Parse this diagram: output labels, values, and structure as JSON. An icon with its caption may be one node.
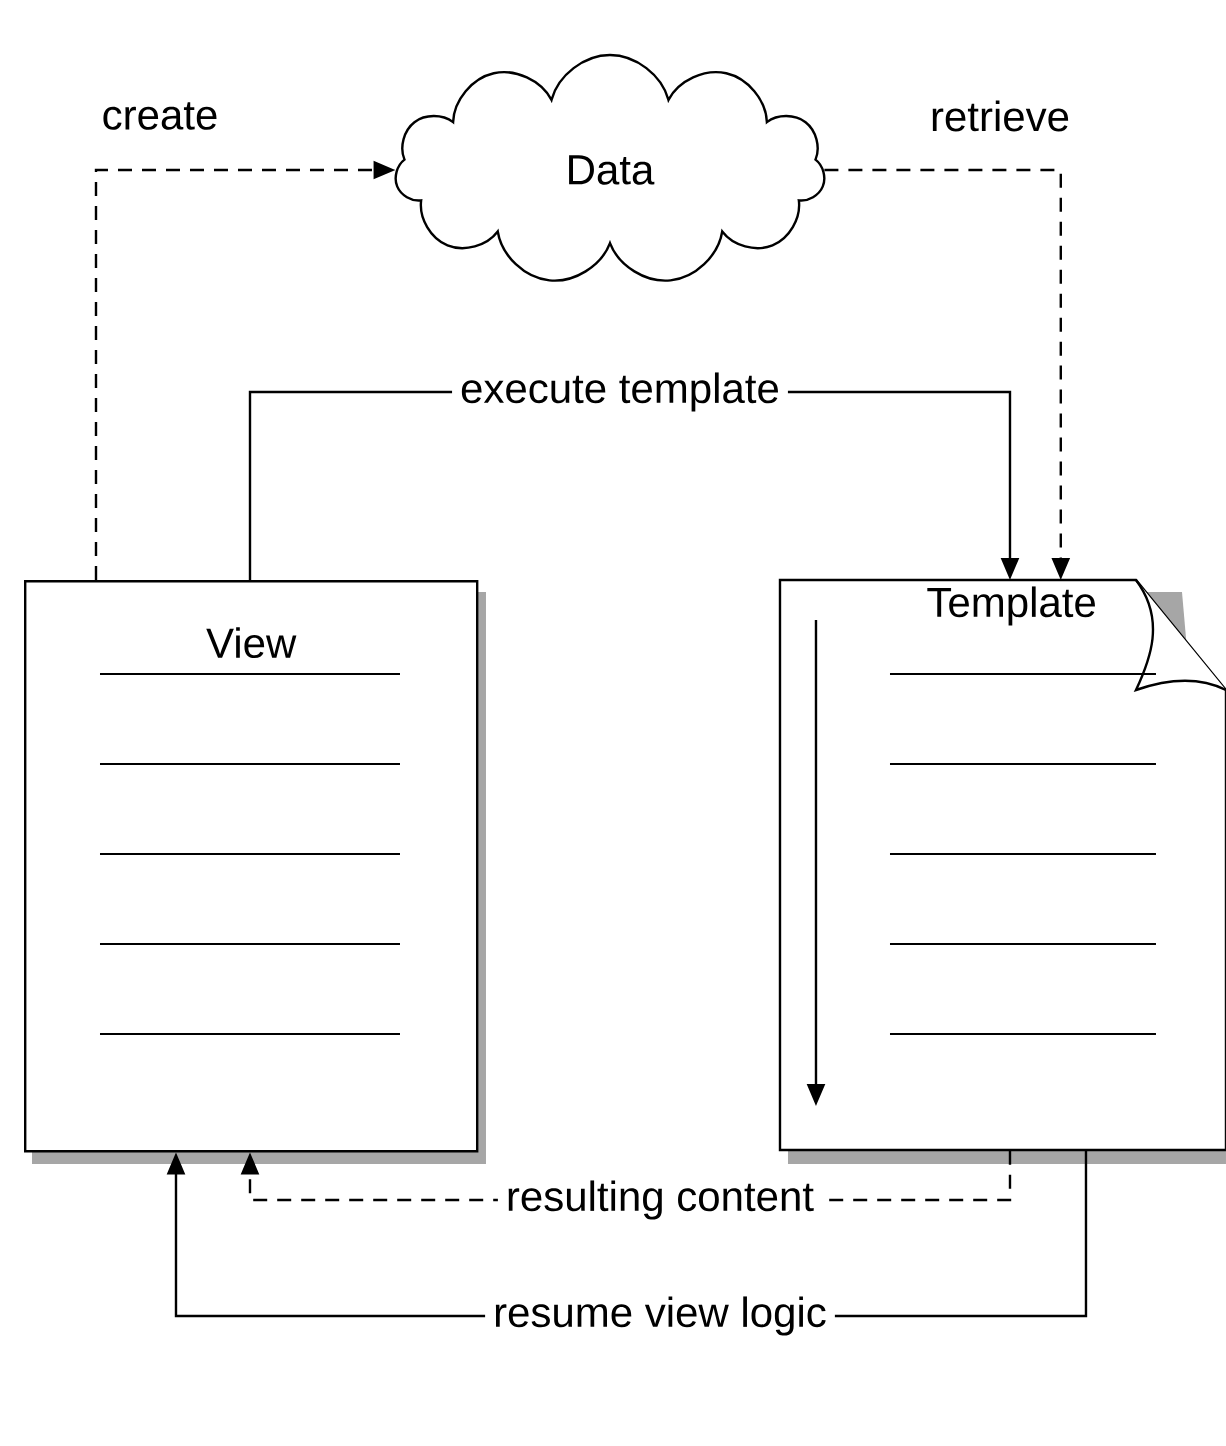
{
  "diagram": {
    "nodes": [
      {
        "text": [
          "Data"
        ]
      },
      {
        "text": [
          "View"
        ]
      },
      {
        "text": [
          "Template"
        ]
      }
    ],
    "edges": [
      {
        "from": 1,
        "to": 0,
        "arrow": "to",
        "label": "create",
        "style": "dashed"
      },
      {
        "from": 0,
        "to": 2,
        "arrow": "to",
        "label": "retrieve",
        "style": "dashed"
      },
      {
        "from": 1,
        "to": 2,
        "arrow": "to",
        "label": "execute template"
      },
      {
        "from": 2,
        "to": 1,
        "arrow": "to",
        "label": "resulting content",
        "style": "dashed"
      },
      {
        "from": 2,
        "to": 1,
        "arrow": "to",
        "label": "resume view logic"
      }
    ]
  }
}
